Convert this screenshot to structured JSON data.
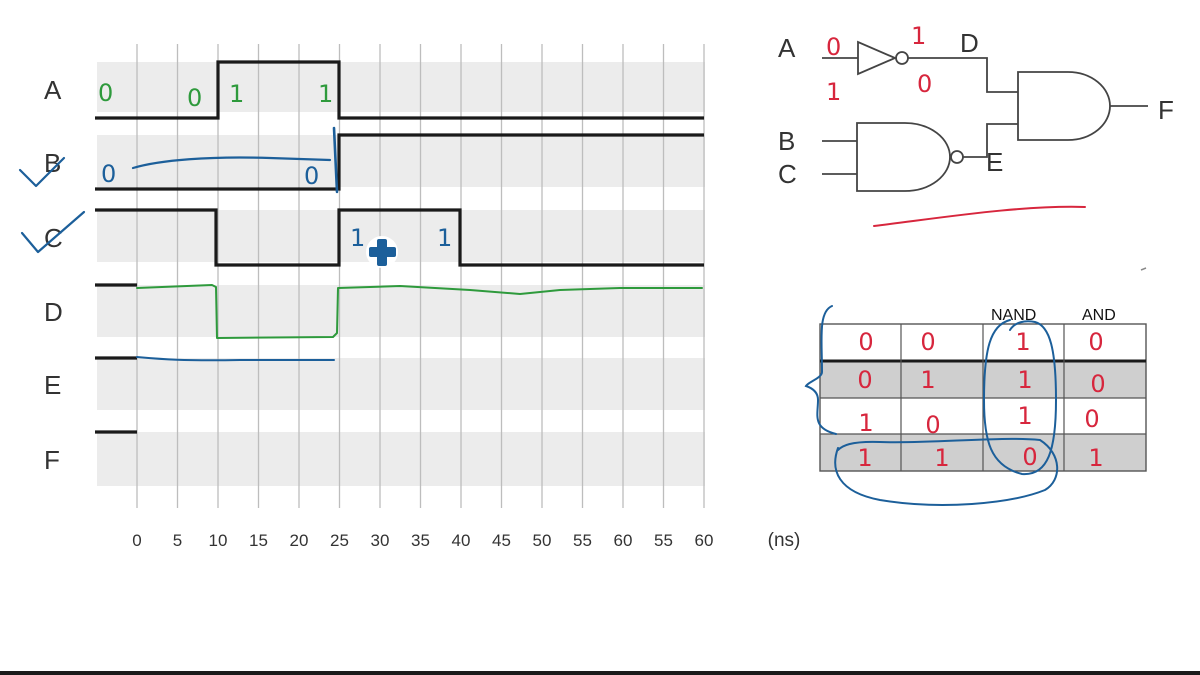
{
  "timing": {
    "signals": [
      "A",
      "B",
      "C",
      "D",
      "E",
      "F"
    ],
    "ticks": [
      "0",
      "5",
      "10",
      "15",
      "20",
      "25",
      "30",
      "35",
      "40",
      "45",
      "50",
      "55",
      "60",
      "55",
      "60"
    ],
    "unit": "(ns)"
  },
  "circuit": {
    "labels": {
      "A": "A",
      "B": "B",
      "C": "C",
      "D": "D",
      "E": "E",
      "F": "F"
    }
  },
  "table": {
    "headers": [
      "NAND",
      "AND"
    ],
    "rows": [
      [
        "0",
        "0",
        "1",
        "0"
      ],
      [
        "0",
        "1",
        "1",
        "0"
      ],
      [
        "1",
        "0",
        "1",
        "0"
      ],
      [
        "1",
        "1",
        "0",
        "1"
      ]
    ]
  },
  "annotations": {
    "timing_green": [
      {
        "id": "a-t0",
        "text": "0"
      },
      {
        "id": "a-t5",
        "text": "0"
      },
      {
        "id": "a-t15",
        "text": "1"
      },
      {
        "id": "a-t20",
        "text": "1"
      }
    ],
    "timing_blue": [
      {
        "id": "b-t0",
        "text": "0"
      },
      {
        "id": "b-t20",
        "text": "0"
      }
    ],
    "timing_red": [
      {
        "id": "c-t25",
        "text": "1"
      },
      {
        "id": "c-t35",
        "text": "1"
      }
    ],
    "inverter": [
      {
        "id": "inv-in-top",
        "text": "0"
      },
      {
        "id": "inv-in-bottom",
        "text": "1"
      },
      {
        "id": "inv-out-top",
        "text": "1"
      },
      {
        "id": "inv-out-bottom",
        "text": "0"
      }
    ]
  },
  "colors": {
    "waveform": "#1a1a1a",
    "band": "#ececec",
    "grid": "#bdbdbd",
    "ink_green": "#2e9a3c",
    "ink_blue": "#1c5f9a",
    "ink_red": "#d7263d",
    "table_shade": "#cfcfcf"
  },
  "icons": [
    "cursor-plus-icon",
    "checkmark-icon"
  ]
}
